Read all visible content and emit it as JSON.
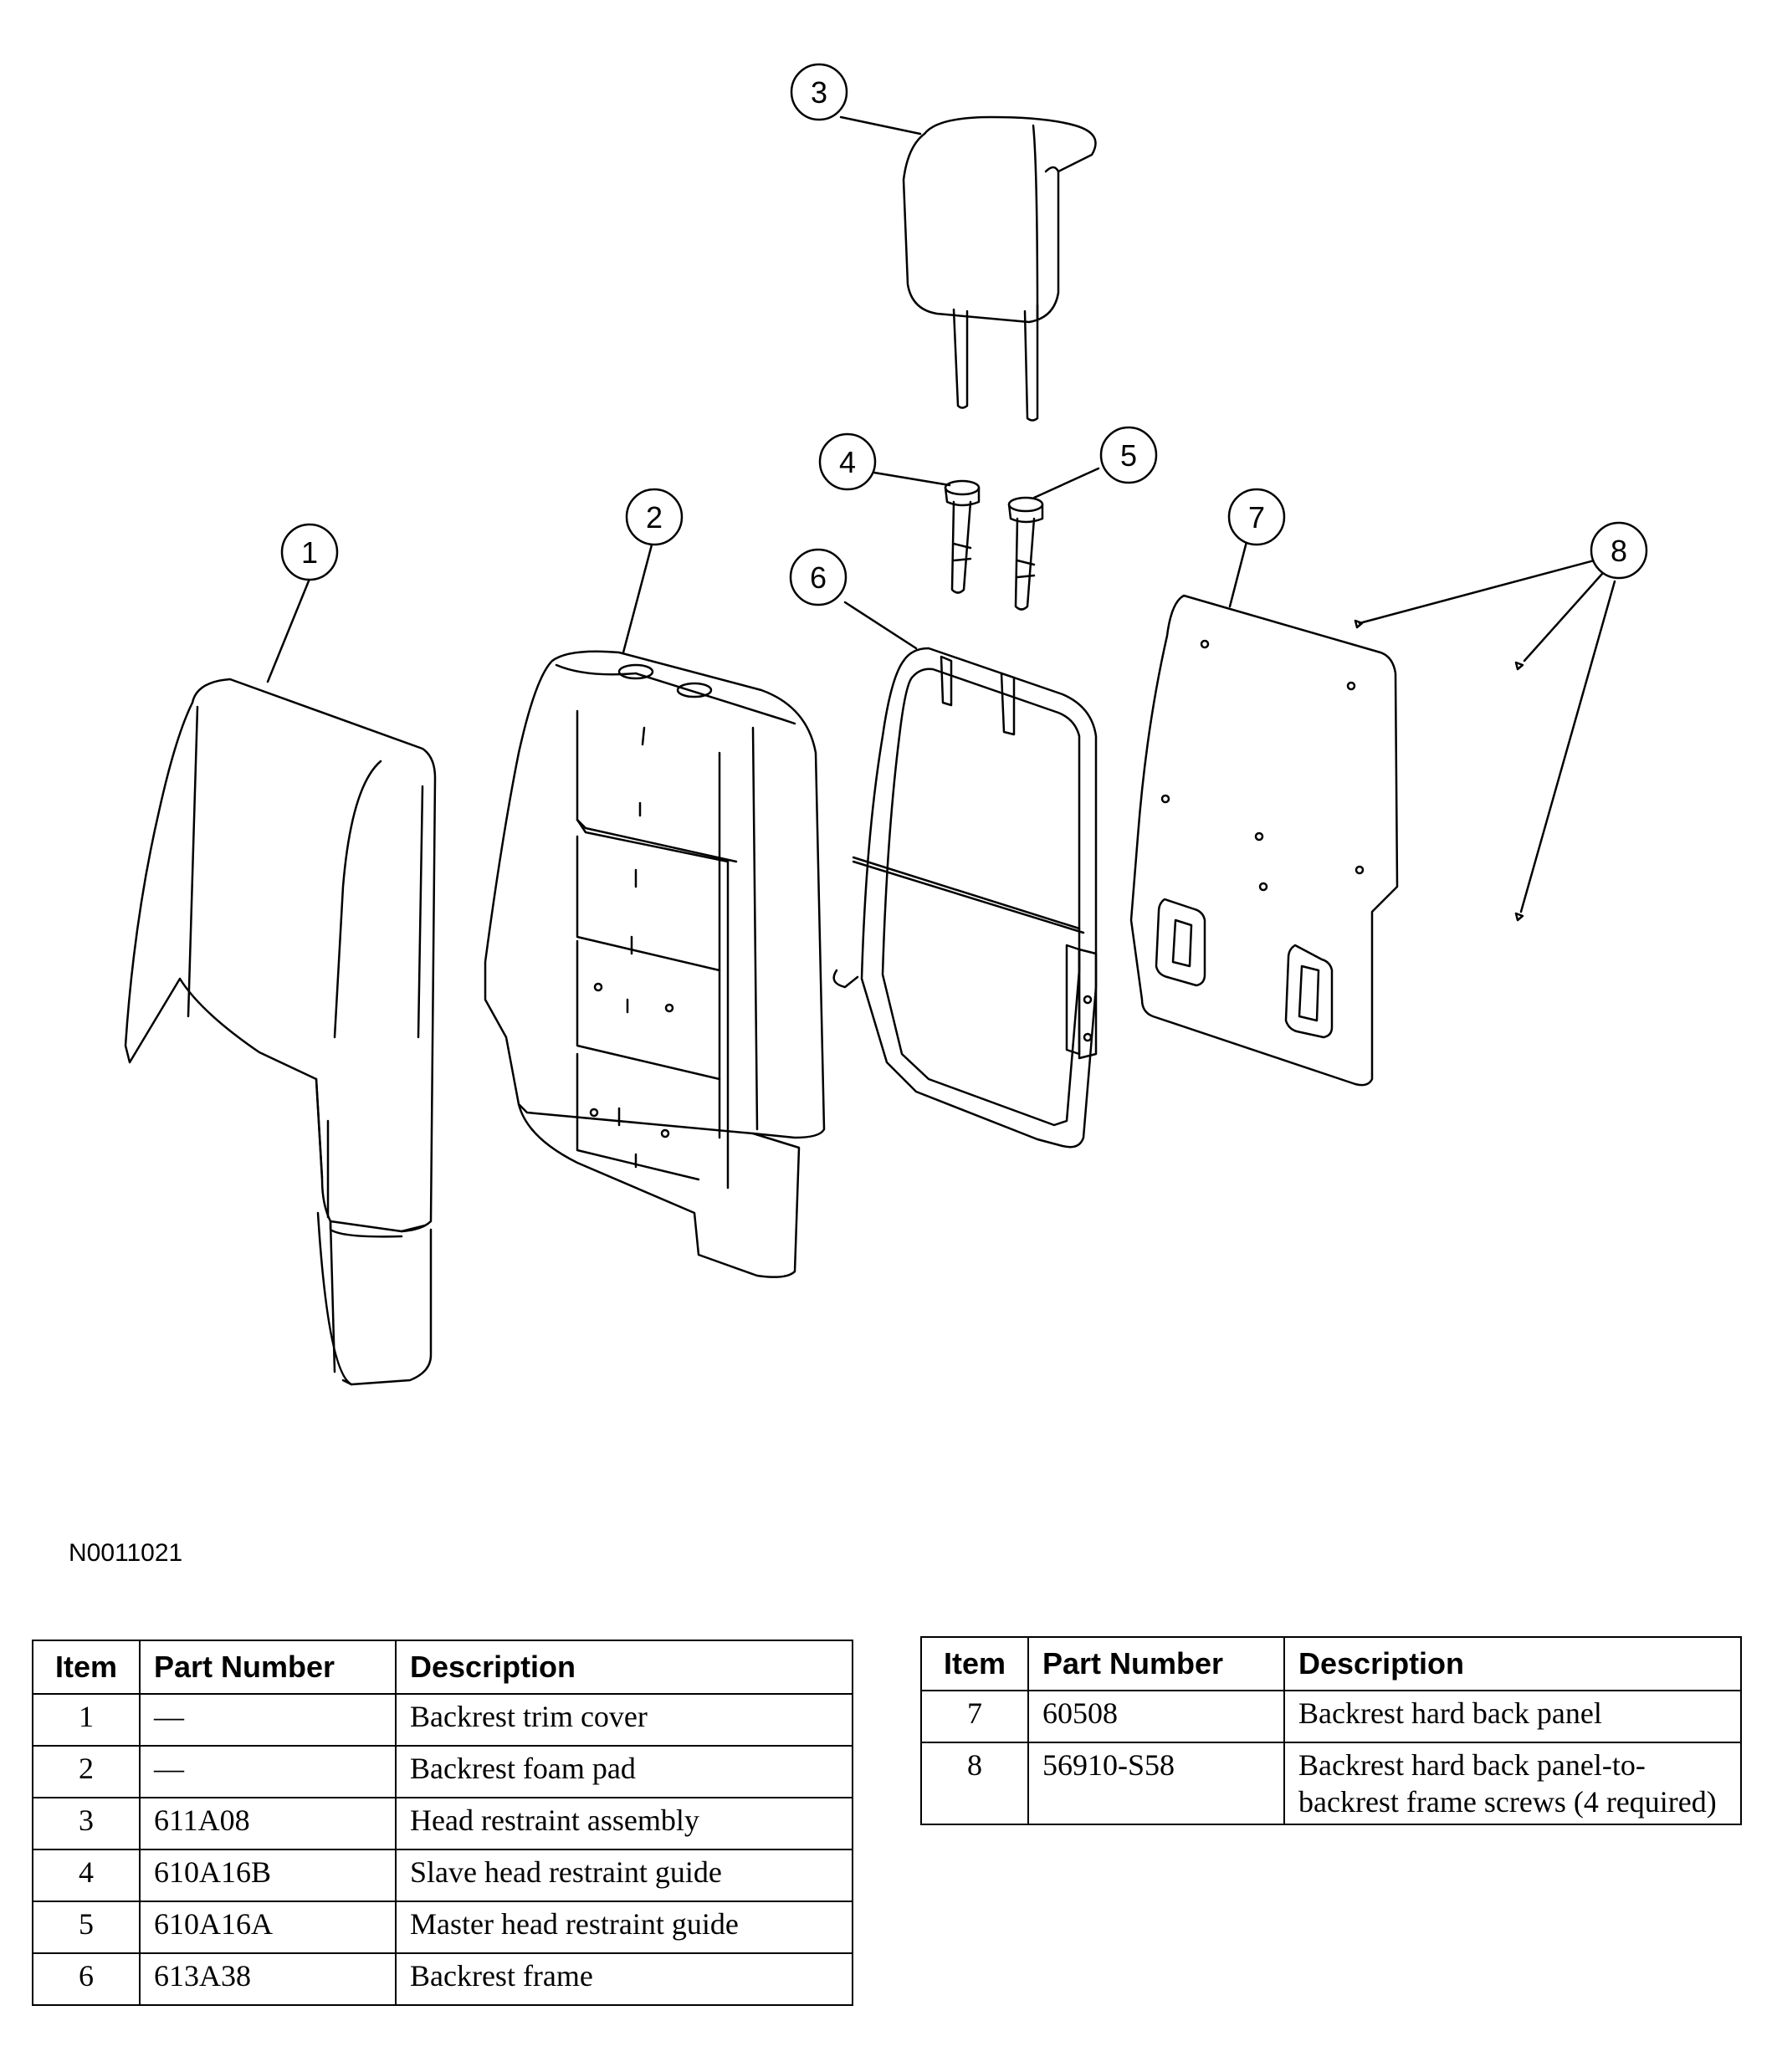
{
  "figure_id": "N0011021",
  "callouts": [
    "1",
    "2",
    "3",
    "4",
    "5",
    "6",
    "7",
    "8"
  ],
  "table_headers": {
    "item": "Item",
    "part_number": "Part Number",
    "description": "Description"
  },
  "table_left": [
    {
      "item": "1",
      "part_number": "—",
      "description": "Backrest trim cover"
    },
    {
      "item": "2",
      "part_number": "—",
      "description": "Backrest foam pad"
    },
    {
      "item": "3",
      "part_number": "611A08",
      "description": "Head restraint assembly"
    },
    {
      "item": "4",
      "part_number": "610A16B",
      "description": "Slave head restraint guide"
    },
    {
      "item": "5",
      "part_number": "610A16A",
      "description": "Master head restraint guide"
    },
    {
      "item": "6",
      "part_number": "613A38",
      "description": "Backrest frame"
    }
  ],
  "table_right": [
    {
      "item": "7",
      "part_number": "60508",
      "description": "Backrest hard back panel"
    },
    {
      "item": "8",
      "part_number": "56910-S58",
      "description": "Backrest hard back panel-to-backrest frame screws (4 required)"
    }
  ]
}
